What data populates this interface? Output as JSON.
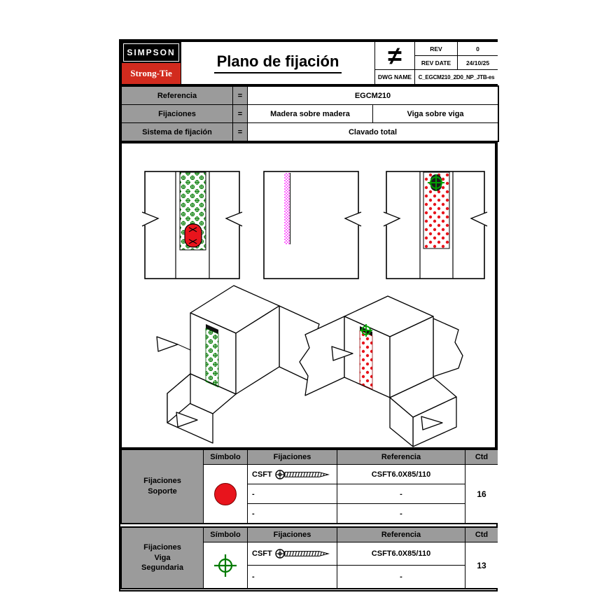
{
  "colors": {
    "accent_red": "#e8141c",
    "logo_red": "#d22b1e",
    "fastener_green": "#007a00",
    "marker_magenta": "#ff00ff",
    "header_gray": "#9b9b9b"
  },
  "icons": {
    "not_equal": "not-equal-symbol",
    "screw": "screw-icon",
    "support_symbol": "red-circle-icon",
    "secondary_symbol": "green-crosshair-icon"
  },
  "titleblock": {
    "logo_top": "SIMPSON",
    "logo_bottom": "Strong-Tie",
    "title": "Plano de fijación",
    "neq": "≠",
    "rev": {
      "label": "REV",
      "value": "0"
    },
    "rev_date": {
      "label": "REV DATE",
      "value": "24/10/25"
    },
    "dwg": {
      "label": "DWG NAME",
      "value": "C_EGCM210_2D0_NP_JTB-es"
    }
  },
  "info": {
    "referencia": {
      "label": "Referencia",
      "eq": "=",
      "value": "EGCM210"
    },
    "fijaciones": {
      "label": "Fijaciones",
      "eq": "=",
      "value1": "Madera sobre madera",
      "value2": "Viga sobre viga"
    },
    "sistema": {
      "label": "Sistema de fijación",
      "eq": "=",
      "value": "Clavado total"
    }
  },
  "legend_support": {
    "group": "Fijaciones\nSoporte",
    "col_symbol": "Símbolo",
    "col_fixings": "Fijaciones",
    "col_ref": "Referencia",
    "col_qty": "Ctd",
    "symbol": "red-circle",
    "rows": [
      {
        "fixing": "CSFT",
        "ref": "CSFT6.0X85/110"
      },
      {
        "fixing": "-",
        "ref": "-"
      },
      {
        "fixing": "-",
        "ref": "-"
      }
    ],
    "qty": "16"
  },
  "legend_secondary": {
    "group": "Fijaciones\nViga\nSegundaria",
    "col_symbol": "Símbolo",
    "col_fixings": "Fijaciones",
    "col_ref": "Referencia",
    "col_qty": "Ctd",
    "symbol": "green-crosshair",
    "rows": [
      {
        "fixing": "CSFT",
        "ref": "CSFT6.0X85/110"
      },
      {
        "fixing": "-",
        "ref": "-"
      }
    ],
    "qty": "13"
  }
}
